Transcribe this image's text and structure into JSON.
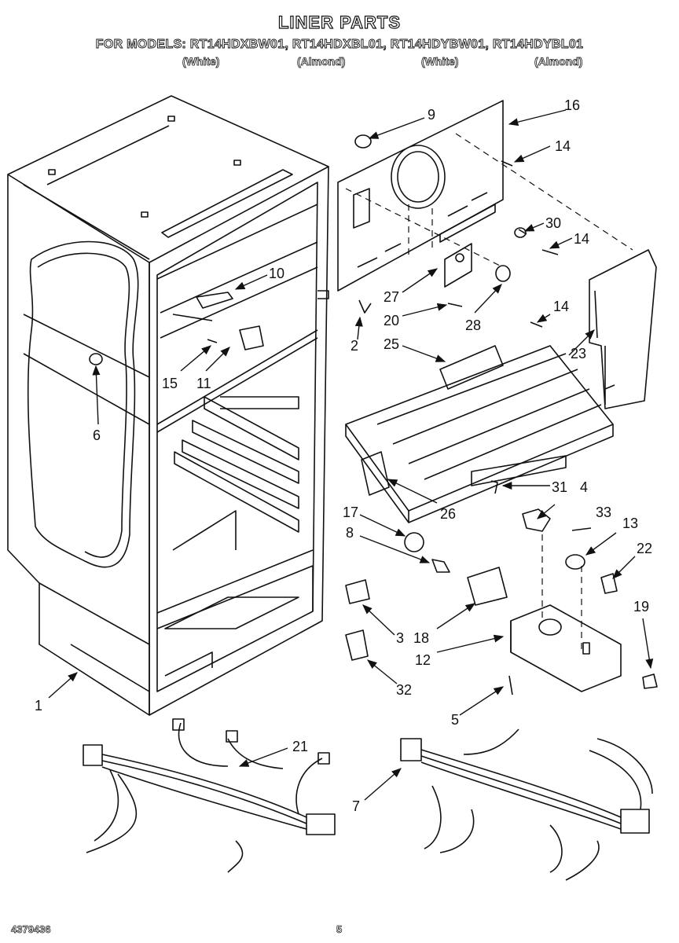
{
  "header": {
    "title": "LINER PARTS",
    "models_line": "FOR MODELS: RT14HDXBW01, RT14HDXBL01, RT14HDYBW01, RT14HDYBL01",
    "variants": [
      "(White)",
      "(Almond)",
      "(White)",
      "(Almond)"
    ]
  },
  "callouts": {
    "c1": "1",
    "c2": "2",
    "c3": "3",
    "c4": "4",
    "c5": "5",
    "c6": "6",
    "c7": "7",
    "c8": "8",
    "c9": "9",
    "c10": "10",
    "c11": "11",
    "c12": "12",
    "c13": "13",
    "c14a": "14",
    "c14b": "14",
    "c14c": "14",
    "c15": "15",
    "c16": "16",
    "c17": "17",
    "c18": "18",
    "c19": "19",
    "c20": "20",
    "c21": "21",
    "c22": "22",
    "c23": "23",
    "c25": "25",
    "c26": "26",
    "c27": "27",
    "c28": "28",
    "c30": "30",
    "c31": "31",
    "c32": "32",
    "c33": "33"
  },
  "footer": {
    "doc_number": "4379436",
    "page_number": "5"
  }
}
